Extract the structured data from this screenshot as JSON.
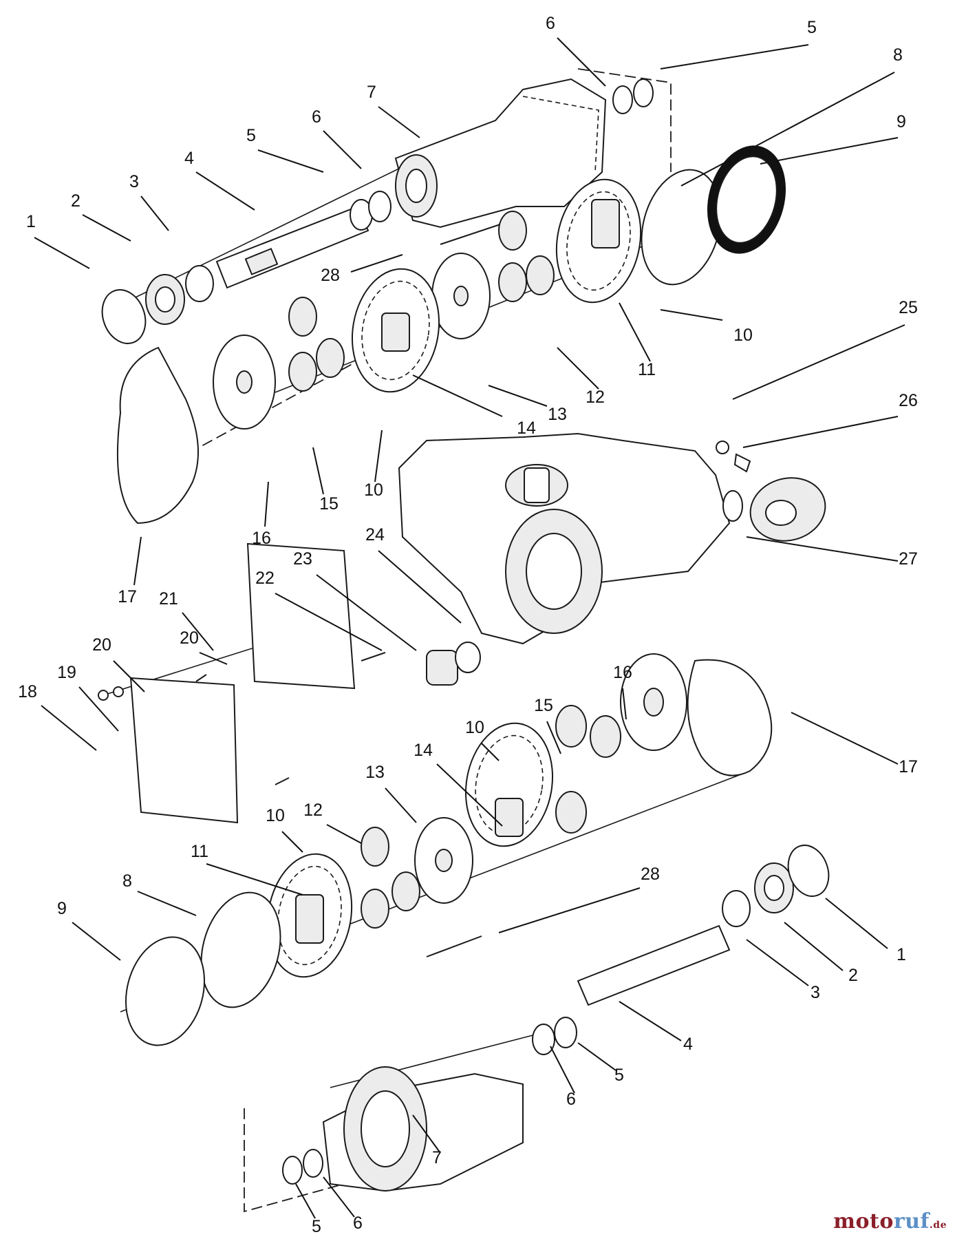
{
  "diagram": {
    "callouts": [
      "1",
      "2",
      "3",
      "4",
      "5",
      "6",
      "7",
      "28",
      "6",
      "5",
      "8",
      "9",
      "10",
      "11",
      "12",
      "13",
      "14",
      "25",
      "15",
      "16",
      "17",
      "10",
      "26",
      "27",
      "24",
      "23",
      "22",
      "21",
      "20",
      "20",
      "19",
      "18",
      "16",
      "15",
      "10",
      "14",
      "13",
      "12",
      "10",
      "11",
      "17",
      "8",
      "9",
      "28",
      "1",
      "2",
      "3",
      "4",
      "5",
      "6",
      "7",
      "5",
      "6"
    ]
  },
  "watermark": {
    "part1": "moto",
    "part2": "ruf",
    "suffix": ".de"
  }
}
